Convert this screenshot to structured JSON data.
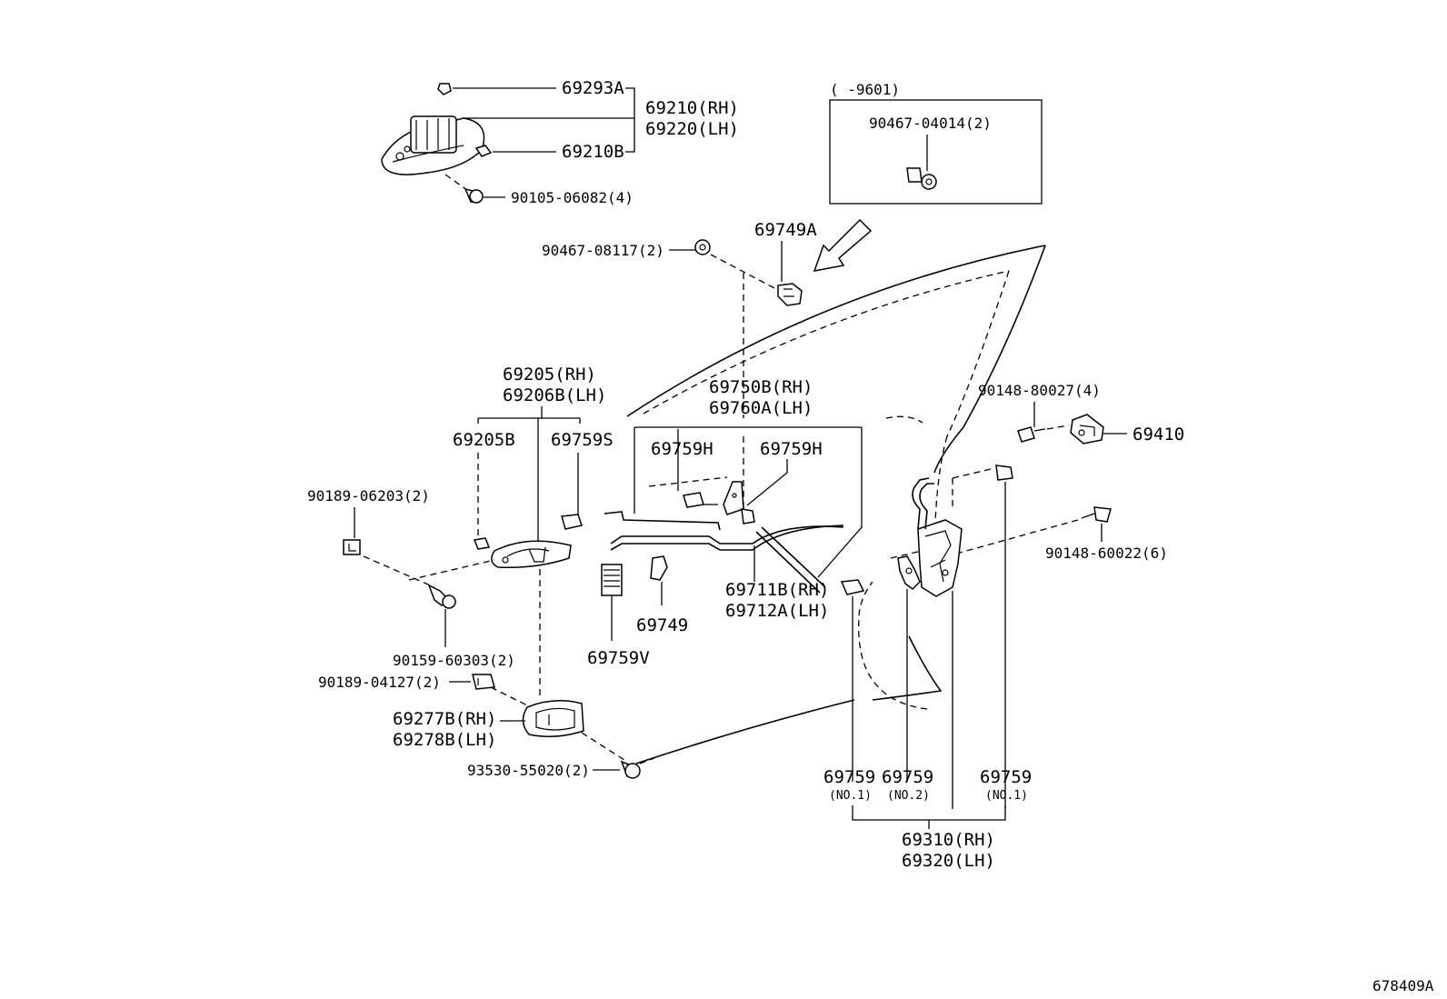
{
  "labels": {
    "p69293A": "69293A",
    "p69210RH": "69210(RH)",
    "p69220LH": "69220(LH)",
    "p69210B": "69210B",
    "p90105": "90105-06082(4)",
    "p9601": "(    -9601)",
    "p90467_04014": "90467-04014(2)",
    "p69749A": "69749A",
    "p90467_08117": "90467-08117(2)",
    "p69205RH": "69205(RH)",
    "p69206BLH": "69206B(LH)",
    "p69205B": "69205B",
    "p69759S": "69759S",
    "p69750BRH": "69750B(RH)",
    "p69760ALH": "69760A(LH)",
    "p69759H_a": "69759H",
    "p69759H_b": "69759H",
    "p90148_80027": "90148-80027(4)",
    "p69410": "69410",
    "p90189_06203": "90189-06203(2)",
    "p90148_60022": "90148-60022(6)",
    "p69711BRH": "69711B(RH)",
    "p69712ALH": "69712A(LH)",
    "p69749": "69749",
    "p69759V": "69759V",
    "p90159_60303": "90159-60303(2)",
    "p90189_04127": "90189-04127(2)",
    "p69277BRH": "69277B(RH)",
    "p69278BLH": "69278B(LH)",
    "p93530": "93530-55020(2)",
    "p69759_no1a": "69759",
    "p69759_no1a_sub": "(NO.1)",
    "p69759_no2": "69759",
    "p69759_no2_sub": "(NO.2)",
    "p69759_no1b": "69759",
    "p69759_no1b_sub": "(NO.1)",
    "p69310RH": "69310(RH)",
    "p69320LH": "69320(LH)",
    "diagram_id": "678409A"
  }
}
